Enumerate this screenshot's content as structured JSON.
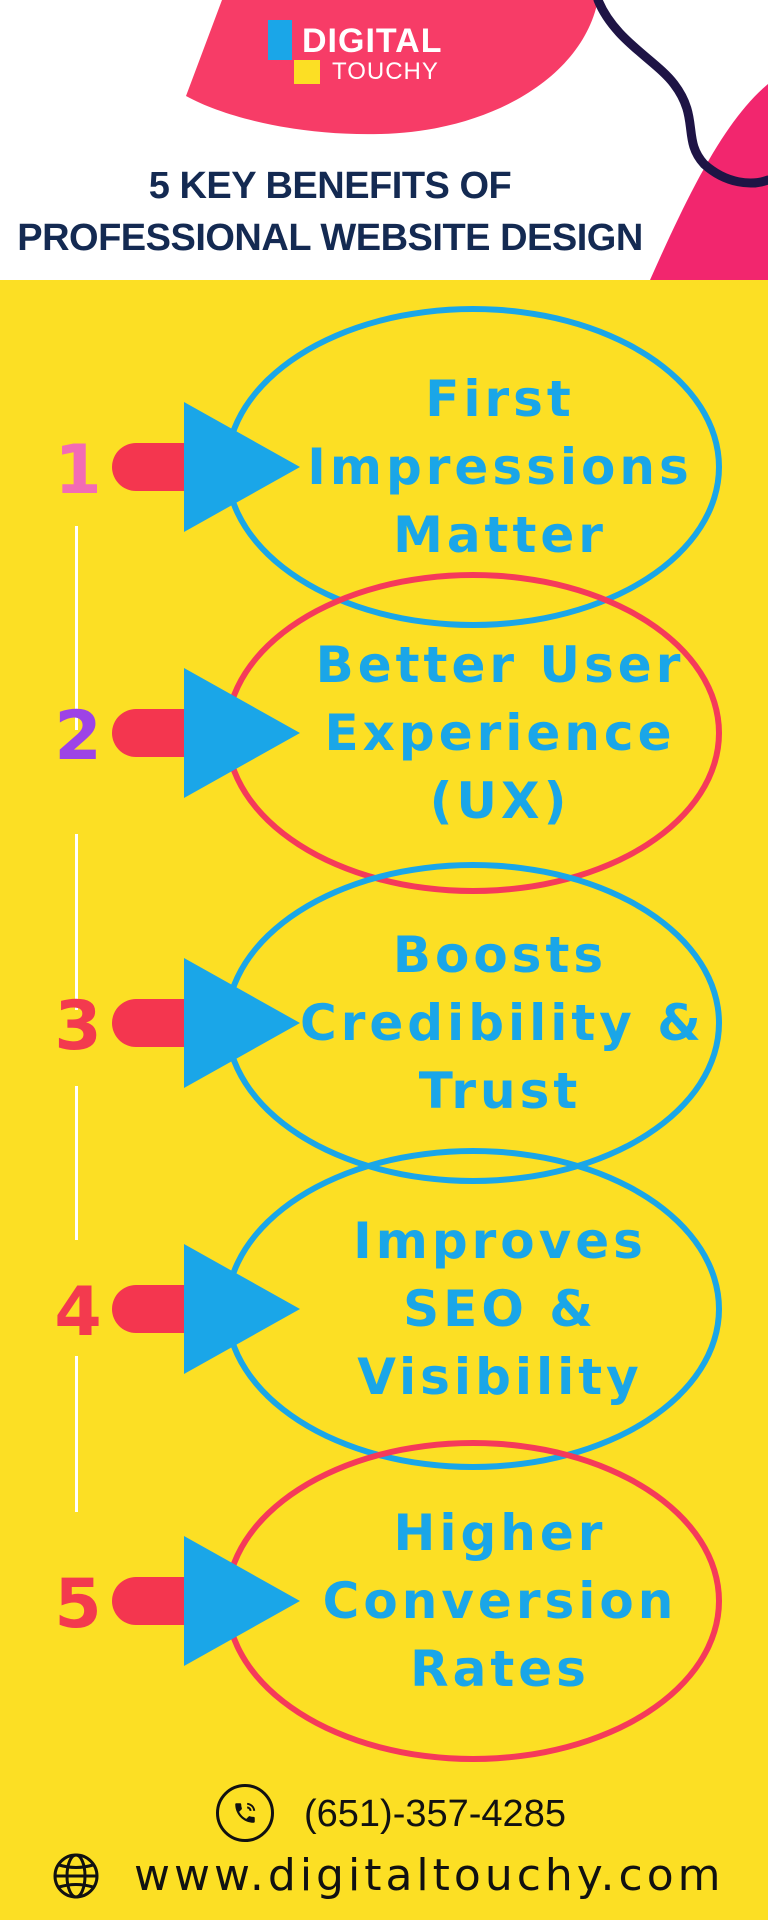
{
  "brand": {
    "word1": "DIGITAL",
    "word2": "TOUCHY"
  },
  "title": {
    "line1": "5 KEY BENEFITS OF",
    "line2": "PROFESSIONAL WEBSITE DESIGN"
  },
  "benefits": [
    {
      "number": "1",
      "number_color": "#F36BB4",
      "ring_color": "blue",
      "lines": [
        "First",
        "Impressions",
        "Matter"
      ]
    },
    {
      "number": "2",
      "number_color": "#9D43E6",
      "ring_color": "pink",
      "lines": [
        "Better User",
        "Experience",
        "(UX)"
      ]
    },
    {
      "number": "3",
      "number_color": "#F33A4E",
      "ring_color": "blue",
      "lines": [
        "Boosts",
        "Credibility &",
        "Trust"
      ]
    },
    {
      "number": "4",
      "number_color": "#F33A4E",
      "ring_color": "blue",
      "lines": [
        "Improves",
        "SEO &",
        "Visibility"
      ]
    },
    {
      "number": "5",
      "number_color": "#F33A4E",
      "ring_color": "pink",
      "lines": [
        "Higher",
        "Conversion",
        "Rates"
      ]
    }
  ],
  "contact": {
    "phone": "(651)-357-4285",
    "website": "www.digitaltouchy.com",
    "phone_icon": "phone-icon",
    "web_icon": "globe-icon"
  },
  "colors": {
    "background": "#FCDF24",
    "accent_blue": "#1AA6E8",
    "accent_pink": "#F53A5A",
    "title_navy": "#142A52"
  }
}
